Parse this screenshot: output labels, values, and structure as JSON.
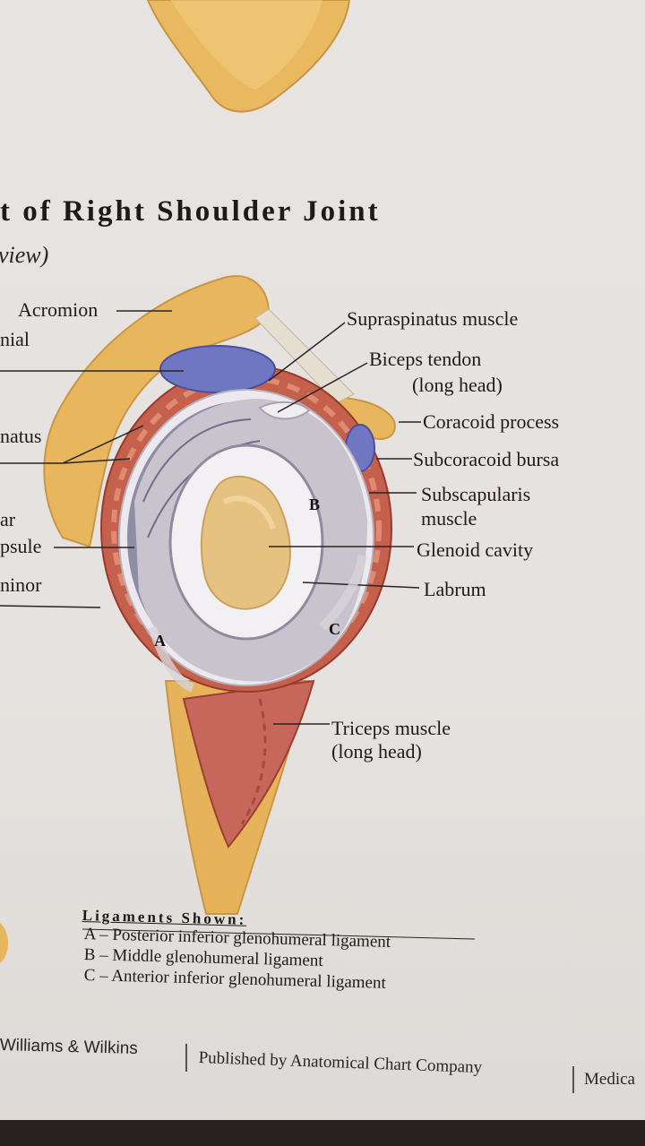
{
  "title": "t of Right Shoulder Joint",
  "subtitle": "view)",
  "labels": {
    "acromion": "Acromion",
    "left_clipped_1": "nial",
    "left_clipped_2": "natus",
    "left_clipped_3": "ar",
    "left_clipped_4": "psule",
    "left_clipped_5": "ninor",
    "supraspinatus": "Supraspinatus muscle",
    "biceps_1": "Biceps tendon",
    "biceps_2": "(long head)",
    "coracoid": "Coracoid process",
    "subcoracoid": "Subcoracoid bursa",
    "subscapularis_1": "Subscapularis",
    "subscapularis_2": "muscle",
    "glenoid": "Glenoid cavity",
    "labrum": "Labrum",
    "triceps_1": "Triceps muscle",
    "triceps_2": "(long head)"
  },
  "letters": {
    "a": "A",
    "b": "B",
    "c": "C"
  },
  "ligaments": {
    "heading": "Ligaments Shown:",
    "items": [
      "A – Posterior inferior glenohumeral ligament",
      "B – Middle glenohumeral ligament",
      "C – Anterior inferior glenohumeral ligament"
    ]
  },
  "footer": {
    "left": "Williams & Wilkins",
    "middle": "Published by Anatomical Chart Company",
    "right": "Medica"
  },
  "colors": {
    "bone": "#e7b75a",
    "muscle": "#c7614a",
    "bursa": "#6f76c2",
    "cartilage": "#e7c98a"
  }
}
